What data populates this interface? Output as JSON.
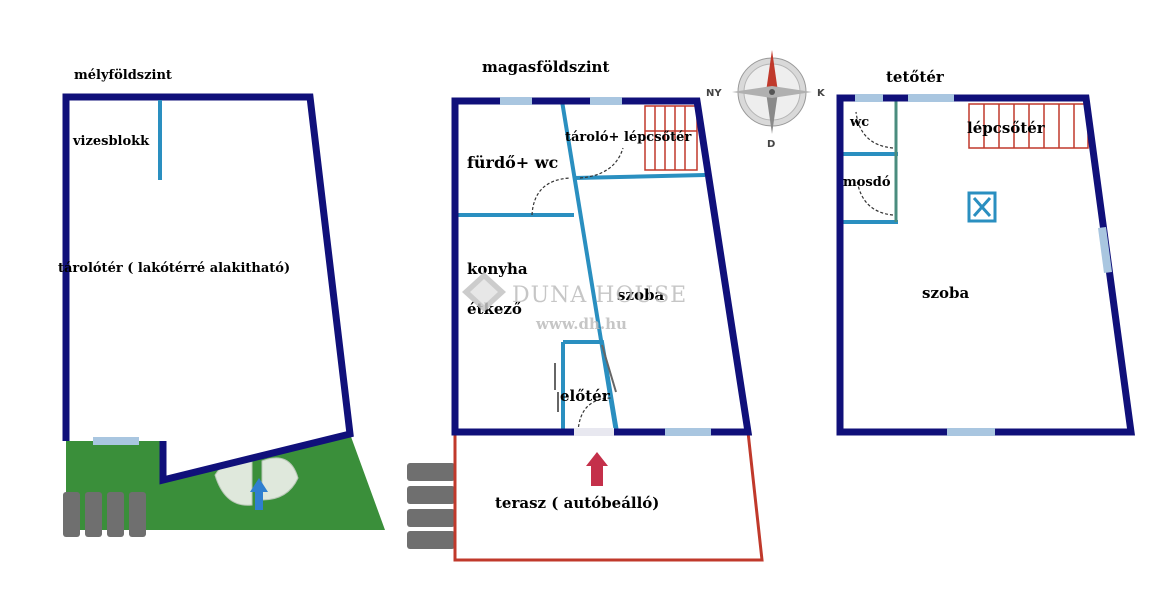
{
  "floors": {
    "basement": {
      "title": "mélyföldszint",
      "rooms": {
        "wet_block": "vizesblokk",
        "storage": "tárolótér ( lakótérré alakitható)"
      }
    },
    "ground": {
      "title": "magasföldszint",
      "rooms": {
        "bathroom": "fürdő+ wc",
        "storage_stairs": "tároló+ lépcsőtér",
        "kitchen_1": "konyha",
        "kitchen_2": "étkező",
        "room": "szoba",
        "hall": "előtér",
        "terrace": "terasz ( autóbeálló)"
      }
    },
    "attic": {
      "title": "tetőtér",
      "rooms": {
        "wc": "wc",
        "washbasin": "mosdó",
        "stairs": "lépcsőtér",
        "room": "szoba"
      }
    }
  },
  "compass": {
    "north_west": "NY",
    "east": "K",
    "south": "D"
  },
  "watermark": {
    "brand": "DUNA HOUSE",
    "url": "www.dh.hu"
  },
  "colors": {
    "wall": "#10107a",
    "inner_wall": "#2a8fc0",
    "window": "#a9c6e0",
    "stairs": "#c0392b",
    "terrace_outline": "#c0392b",
    "grass": "#3a8f3a",
    "entry_arrow_red": "#c4304a",
    "entry_arrow_blue": "#2f7fd0"
  }
}
